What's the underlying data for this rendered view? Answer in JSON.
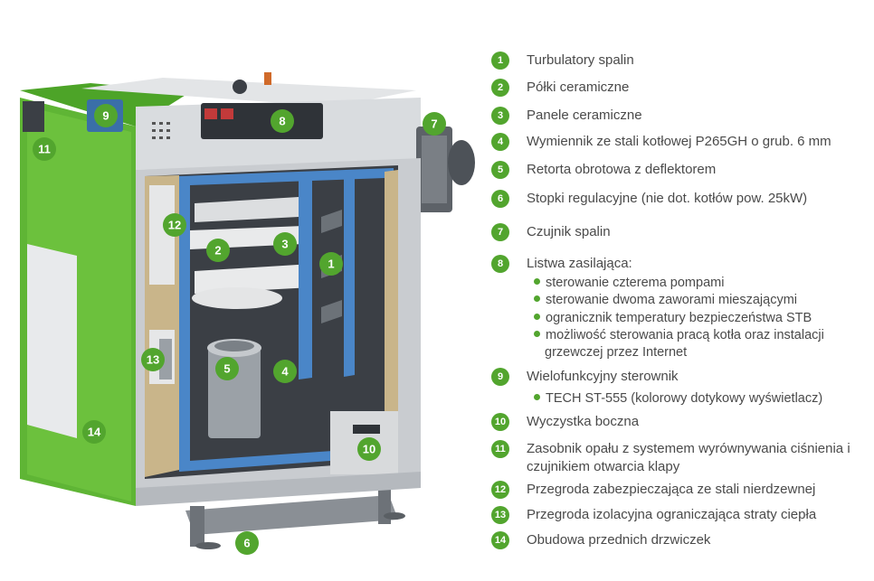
{
  "callouts": [
    "1",
    "2",
    "3",
    "4",
    "5",
    "6",
    "7",
    "8",
    "9",
    "10",
    "11",
    "12",
    "13",
    "14"
  ],
  "legend": [
    {
      "num": "1",
      "text": "Turbulatory spalin"
    },
    {
      "num": "2",
      "text": "Półki ceramiczne"
    },
    {
      "num": "3",
      "text": "Panele ceramiczne"
    },
    {
      "num": "4",
      "text": "Wymiennik ze stali kotłowej P265GH o grub. 6 mm"
    },
    {
      "num": "5",
      "text": "Retorta obrotowa z deflektorem"
    },
    {
      "num": "6",
      "text": "Stopki regulacyjne (nie dot. kotłów pow. 25kW)"
    },
    {
      "num": "7",
      "text": "Czujnik spalin"
    },
    {
      "num": "8",
      "text": "Listwa zasilająca:"
    },
    {
      "num": "9",
      "text": "Wielofunkcyjny sterownik"
    },
    {
      "num": "10",
      "text": "Wyczystka boczna"
    },
    {
      "num": "11",
      "text": "Zasobnik opału z systemem wyrównywania ciśnienia i",
      "text2": "czujnikiem otwarcia klapy"
    },
    {
      "num": "12",
      "text": "Przegroda zabezpieczająca ze stali nierdzewnej"
    },
    {
      "num": "13",
      "text": "Przegroda izolacyjna ograniczająca straty ciepła"
    },
    {
      "num": "14",
      "text": "Obudowa przednich drzwiczek"
    }
  ],
  "sub8": [
    "sterowanie czterema pompami",
    "sterowanie dwoma zaworami mieszającymi",
    "ogranicznik temperatury bezpieczeństwa STB",
    "możliwość sterowania pracą kotła oraz instalacji"
  ],
  "sub8_cont": "grzewczej przez Internet",
  "sub9": [
    "TECH ST-555 (kolorowy dotykowy wyświetlacz)"
  ],
  "colors": {
    "accent": "#52a52e",
    "blue": "#4a86c8",
    "insulation": "#c9b58a",
    "steel": "#c9ccd0",
    "dark": "#3b3f45"
  }
}
